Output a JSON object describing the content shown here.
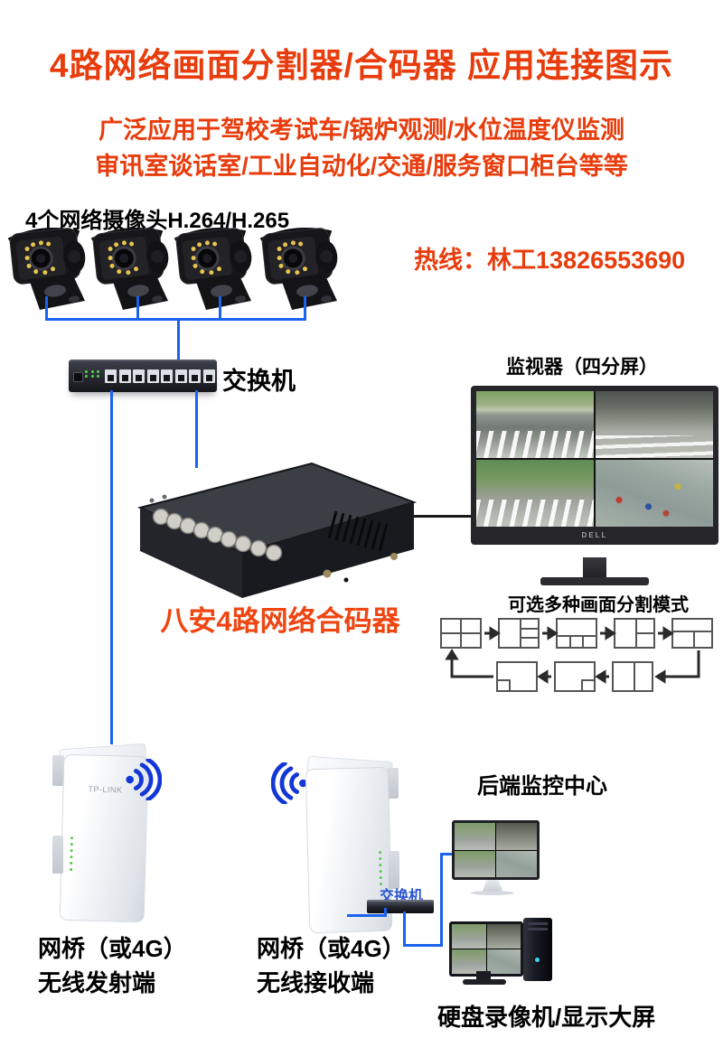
{
  "title": "4路网络画面分割器/合码器 应用连接图示",
  "subtitle_line1": "广泛应用于驾校考试车/锅炉观测/水位温度仪监测",
  "subtitle_line2": "审讯室谈话室/工业自动化/交通/服务窗口柜台等等",
  "cameras": {
    "label": "4个网络摄像头H.264/H.265",
    "count": 4
  },
  "hotline": "热线：林工13826553690",
  "switch_top": {
    "label": "交换机"
  },
  "encoder": {
    "label": "八安4路网络合码器",
    "button_count": 9
  },
  "monitor": {
    "label": "监视器（四分屏）",
    "brand": "DELL"
  },
  "split_modes": {
    "title": "可选多种画面分割模式",
    "modes": [
      "quad-2x2",
      "left-large-plus-3-right",
      "top-large-plus-3-bottom",
      "left-large-plus-2-right",
      "top-large-plus-2-bottom",
      "split-vertical-2",
      "pip-bottom-right",
      "pip-bottom-left"
    ]
  },
  "bridge_tx": {
    "brand": "TP-LINK",
    "line1": "网桥（或4G）",
    "line2": "无线发射端"
  },
  "bridge_rx": {
    "line1": "网桥（或4G）",
    "line2": "无线接收端"
  },
  "switch_bottom": {
    "label": "交换机"
  },
  "backend": {
    "title": "后端监控中心",
    "caption": "硬盘录像机/显示大屏"
  },
  "colors": {
    "accent_red": "#e83c0c",
    "line_blue": "#1a63ee",
    "wifi_blue": "#1337d6",
    "switch_label_blue": "#2753d0"
  }
}
